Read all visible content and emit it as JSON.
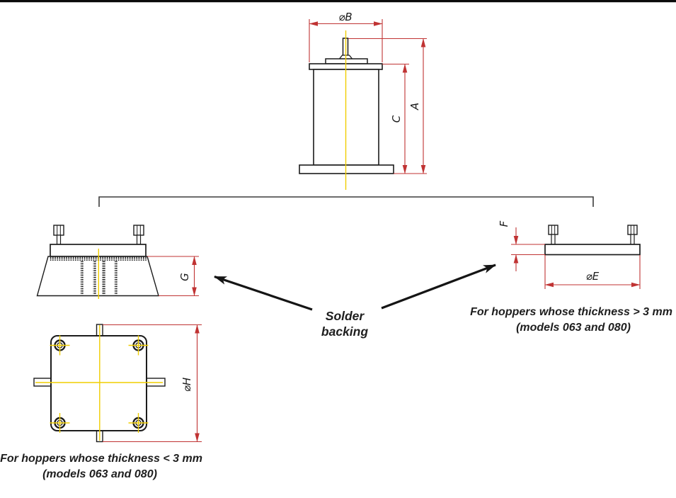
{
  "dimensions": {
    "b": "⌀B",
    "a": "A",
    "c": "C",
    "g": "G",
    "h": "⌀H",
    "f": "F",
    "e": "⌀E"
  },
  "labels": {
    "solder_line1": "Solder",
    "solder_line2": "backing",
    "thick_line1": "For hoppers whose thickness > 3 mm",
    "thick_line2": "(models 063 and 080)",
    "thin_line1": "For hoppers whose thickness < 3 mm",
    "thin_line2": "(models 063 and 080)"
  },
  "colors": {
    "dimension_red": "#c03333",
    "centerline_yellow": "#f0cd00",
    "drawing_black": "#1c1c1c"
  }
}
